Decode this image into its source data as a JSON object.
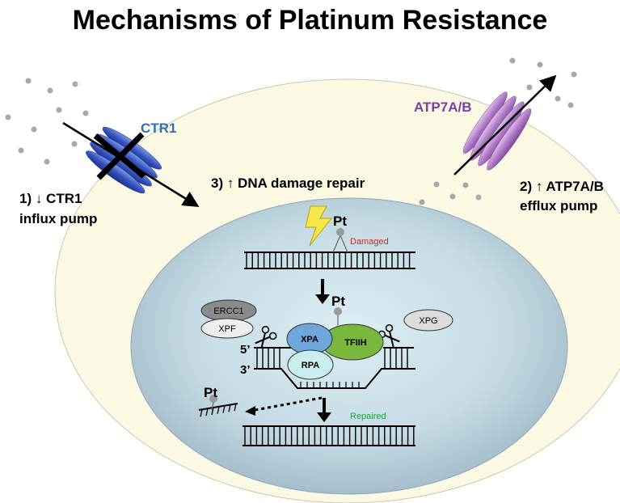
{
  "title": "Mechanisms of Platinum Resistance",
  "labels": {
    "ctr1": "CTR1",
    "atp7ab": "ATP7A/B",
    "mech1_line1": "1) ↓ CTR1",
    "mech1_line2": "influx pump",
    "mech2_line1": "2) ↑ ATP7A/B",
    "mech2_line2": "efflux pump",
    "mech3": "3) ↑ DNA damage repair",
    "pt_damaged": "Pt",
    "damaged": "Damaged",
    "pt_complex": "Pt",
    "ercc1": "ERCC1",
    "xpf": "XPF",
    "xpg": "XPG",
    "xpa": "XPA",
    "tfiih": "TFIIH",
    "rpa": "RPA",
    "five_prime": "5’",
    "three_prime": "3’",
    "pt_excised": "Pt",
    "repaired": "Repaired"
  },
  "colors": {
    "cell": "#fbf8e4",
    "nucleus": "#c9dde5",
    "ctr1": "#3b5bc4",
    "atp7ab": "#b07cc6",
    "ctr1_label": "#2f6db5",
    "atp7ab_label": "#7b3fa8",
    "damaged": "#e02020",
    "repaired": "#20a040",
    "xpa": "#6fa6dc",
    "tfiih": "#78b63c",
    "rpa": "#c8eef0",
    "ercc1": "#8a8a8a",
    "xpf": "#eeeeee",
    "xpg": "#dcdcdc",
    "lightning": "#f5e64a",
    "dots": "#a8a8a8"
  }
}
